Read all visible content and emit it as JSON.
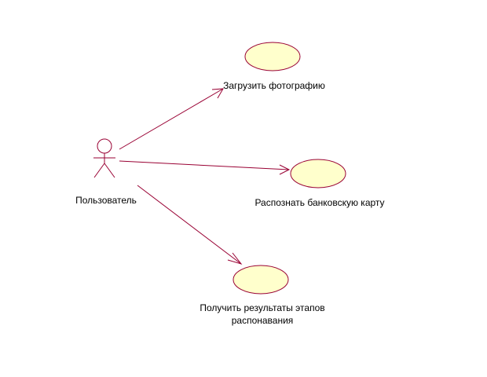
{
  "colors": {
    "line": "#990033",
    "usecase_fill": "#FFFFCC",
    "text": "#000000",
    "background": "#FFFFFF"
  },
  "actor": {
    "name": "Пользователь",
    "icon": "stick-figure-icon"
  },
  "use_cases": [
    {
      "label_lines": [
        "Загрузить фотографию"
      ]
    },
    {
      "label_lines": [
        "Распознать банковскую карту"
      ]
    },
    {
      "label_lines": [
        "Получить результаты этапов",
        "распонавания"
      ]
    }
  ]
}
